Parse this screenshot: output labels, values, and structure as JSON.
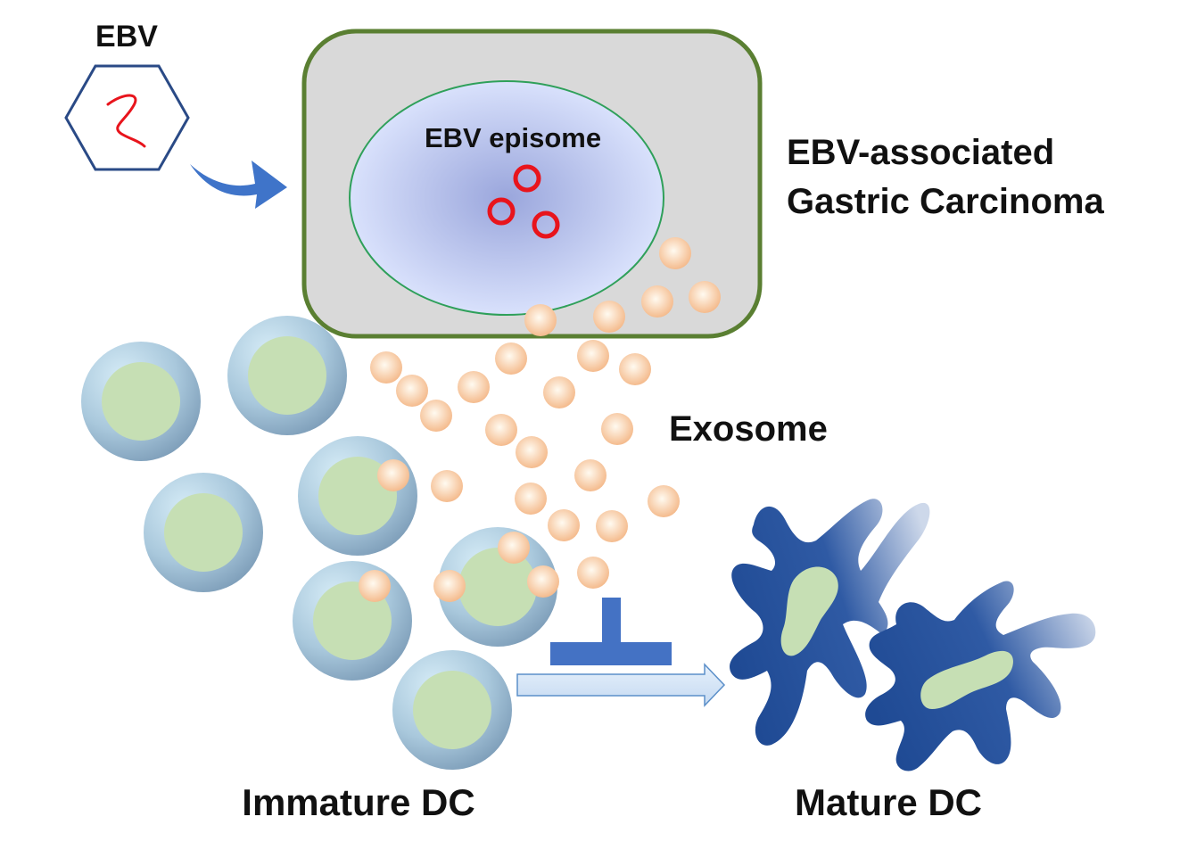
{
  "labels": {
    "virus": "EBV",
    "episome": "EBV episome",
    "carcinoma_line1": "EBV-associated",
    "carcinoma_line2": "Gastric Carcinoma",
    "exosome": "Exosome",
    "immature_dc": "Immature DC",
    "mature_dc": "Mature DC"
  },
  "colors": {
    "virus_outline": "#2a4a86",
    "virus_genome": "#e8141c",
    "infection_arrow": "#3f74c9",
    "cell_border": "#5a7f32",
    "cell_fill": "#d9d9d9",
    "nucleus_outline": "#2fa05a",
    "nucleus_center": "#9aa6dc",
    "nucleus_edge": "#dfe7ff",
    "episome_ring": "#e8141c",
    "exosome_core": "#fffaf0",
    "exosome_edge": "#f4b98a",
    "immature_dc_outer": "#7f9fba",
    "immature_dc_core": "#c6dfb4",
    "mature_dc_dark": "#1f4a94",
    "mature_dc_light": "#cdd8ea",
    "mature_dc_nucleus": "#c6dfb4",
    "inhibition_bar": "#4472c4",
    "maturation_arrow": "#c5daf2"
  },
  "icons": {
    "virus": "hexagon-virus-icon",
    "infection": "curved-arrow-icon",
    "inhibition": "t-bar-inhibition-icon",
    "maturation": "right-arrow-icon"
  }
}
